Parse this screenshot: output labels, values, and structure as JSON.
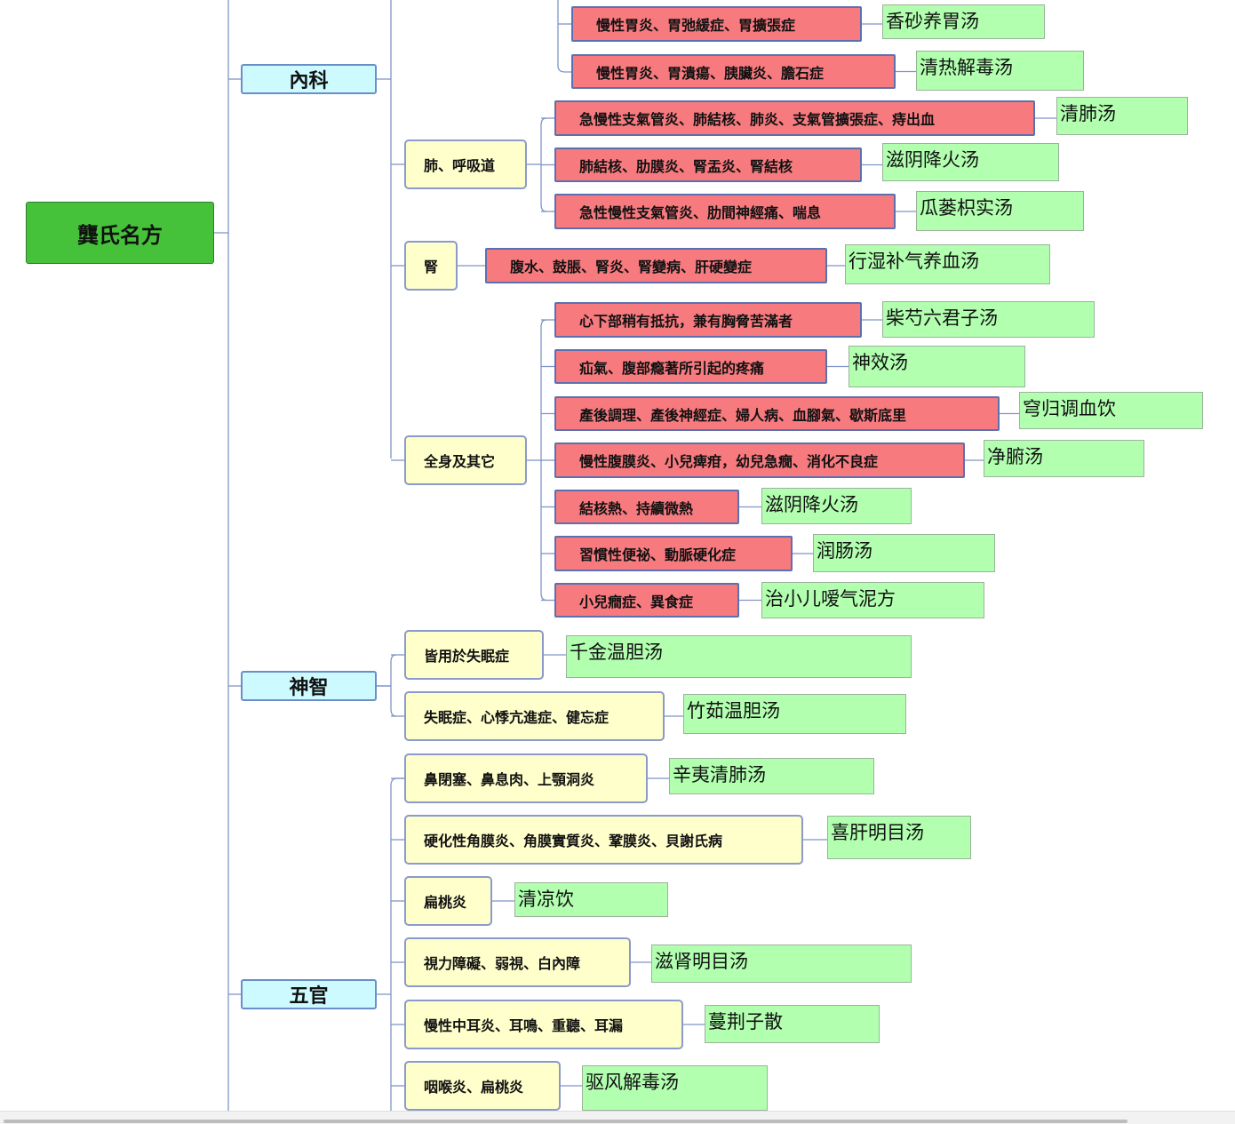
{
  "root": {
    "label": "龔氏名方"
  },
  "categories": [
    {
      "label": "內科",
      "groups": [
        {
          "label": "",
          "items": [
            {
              "symptom": "慢性胃炎、胃弛緩症、胃擴張症",
              "remedy": "香砂养胃汤"
            },
            {
              "symptom": "慢性胃炎、胃潰瘍、胰臟炎、膽石症",
              "remedy": "清热解毒汤"
            }
          ]
        },
        {
          "label": "肺、呼吸道",
          "items": [
            {
              "symptom": "急慢性支氣管炎、肺結核、肺炎、支氣管擴張症、痔出血",
              "remedy": "清肺汤"
            },
            {
              "symptom": "肺結核、肋膜炎、腎盂炎、腎結核",
              "remedy": "滋阴降火汤"
            },
            {
              "symptom": "急性慢性支氣管炎、肋間神經痛、喘息",
              "remedy": "瓜蒌枳实汤"
            }
          ]
        },
        {
          "label": "腎",
          "items": [
            {
              "symptom": "腹水、鼓脹、腎炎、腎變病、肝硬變症",
              "remedy": "行湿补气养血汤"
            }
          ]
        },
        {
          "label": "全身及其它",
          "items": [
            {
              "symptom": "心下部稍有抵抗，兼有胸脅苦滿者",
              "remedy": "柴芍六君子汤"
            },
            {
              "symptom": "疝氣、腹部瘾著所引起的疼痛",
              "remedy": "神效汤"
            },
            {
              "symptom": "產後調理、產後神經症、婦人病、血腳氣、歇斯底里",
              "remedy": "穹归调血饮"
            },
            {
              "symptom": "慢性腹膜炎、小兒痺疳，幼兒急癇、消化不良症",
              "remedy": "净腑汤"
            },
            {
              "symptom": "結核熱、持續微熱",
              "remedy": "滋阴降火汤"
            },
            {
              "symptom": "習慣性便祕、動脈硬化症",
              "remedy": "润肠汤"
            },
            {
              "symptom": "小兒癎症、異食症",
              "remedy": "治小儿嗳气泥方"
            }
          ]
        }
      ]
    },
    {
      "label": "神智",
      "groups": [
        {
          "label": "皆用於失眠症",
          "remedy": "千金温胆汤"
        },
        {
          "label": "失眠症、心悸亢進症、健忘症",
          "remedy": "竹茹温胆汤"
        }
      ]
    },
    {
      "label": "五官",
      "groups": [
        {
          "label": "鼻閉塞、鼻息肉、上顎洞炎",
          "remedy": "辛夷清肺汤"
        },
        {
          "label": "硬化性角膜炎、角膜實質炎、鞏膜炎、貝謝氏病",
          "remedy": "喜肝明目汤"
        },
        {
          "label": "扁桃炎",
          "remedy": "清凉饮"
        },
        {
          "label": "視力障礙、弱視、白內障",
          "remedy": "滋肾明目汤"
        },
        {
          "label": "慢性中耳炎、耳鳴、重聽、耳漏",
          "remedy": "蔓荆子散"
        },
        {
          "label": "咽喉炎、扁桃炎",
          "remedy": "驱风解毒汤"
        }
      ]
    }
  ],
  "colors": {
    "root_fill": "#46c23a",
    "category_fill": "#ccfaff",
    "group_fill": "#ffffcc",
    "symptom_fill": "#f77a7f",
    "remedy_fill": "#b2ffb0",
    "connector": "#7f95c8"
  }
}
